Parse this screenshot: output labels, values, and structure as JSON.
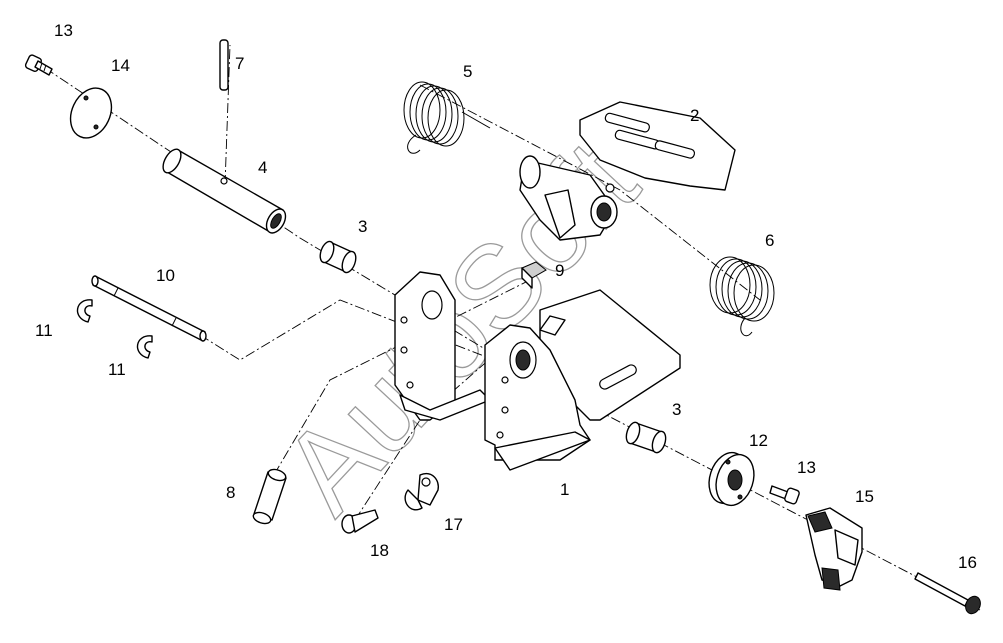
{
  "diagram": {
    "callouts": [
      "13",
      "14",
      "7",
      "4",
      "5",
      "2",
      "3",
      "6",
      "9",
      "10",
      "11",
      "11",
      "3",
      "12",
      "13",
      "15",
      "16",
      "1",
      "8",
      "18",
      "17"
    ],
    "watermark": "AutoSoft"
  }
}
